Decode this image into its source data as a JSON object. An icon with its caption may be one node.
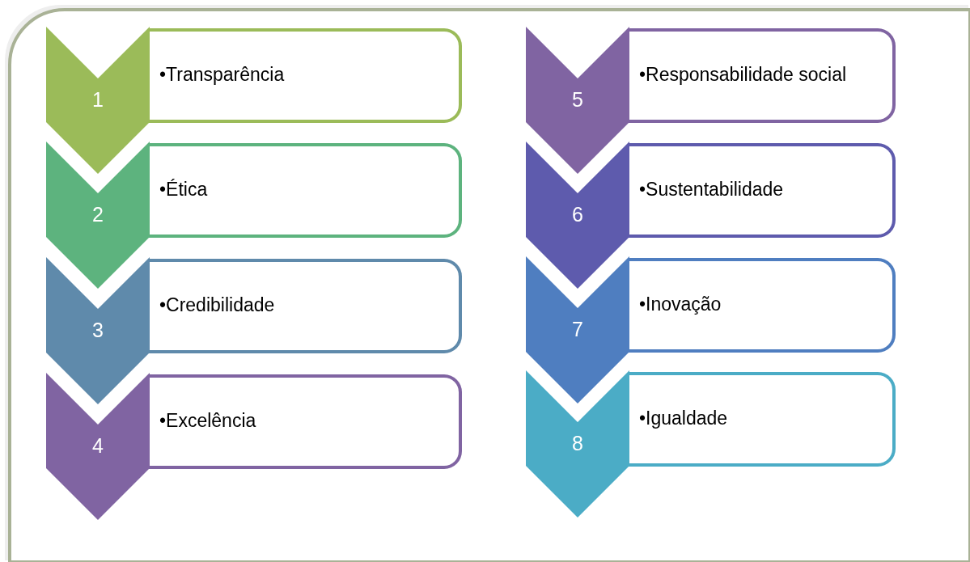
{
  "diagram": {
    "nodes": [
      {
        "text": [
          "1"
        ]
      },
      {
        "text": [
          "•Transparência"
        ]
      },
      {
        "text": [
          "2"
        ]
      },
      {
        "text": [
          "•Ética"
        ]
      },
      {
        "text": [
          "3"
        ]
      },
      {
        "text": [
          "•Credibilidade"
        ]
      },
      {
        "text": [
          "4"
        ]
      },
      {
        "text": [
          "•Excelência"
        ]
      },
      {
        "text": [
          "5"
        ]
      },
      {
        "text": [
          "•Responsabilidade social"
        ]
      },
      {
        "text": [
          "6"
        ]
      },
      {
        "text": [
          "•Sustentabilidade"
        ]
      },
      {
        "text": [
          "7"
        ]
      },
      {
        "text": [
          "•Inovação"
        ]
      },
      {
        "text": [
          "8"
        ]
      },
      {
        "text": [
          "•Igualdade"
        ]
      }
    ]
  }
}
